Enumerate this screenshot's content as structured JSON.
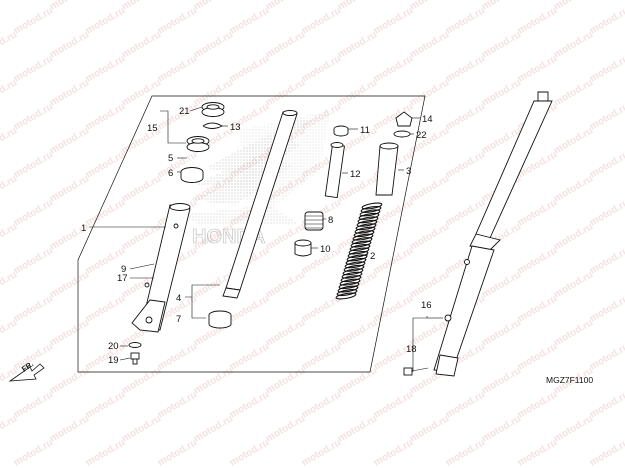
{
  "watermark": "motod.ru",
  "logo_text": "HONDA",
  "diagram_code": "MGZ7F1100",
  "direction_label": "FR.",
  "callouts": [
    {
      "id": "c21",
      "text": "21"
    },
    {
      "id": "c15",
      "text": "15"
    },
    {
      "id": "c13",
      "text": "13"
    },
    {
      "id": "c5",
      "text": "5"
    },
    {
      "id": "c6",
      "text": "6"
    },
    {
      "id": "c11",
      "text": "11"
    },
    {
      "id": "c22",
      "text": "22"
    },
    {
      "id": "c14",
      "text": "14"
    },
    {
      "id": "c3",
      "text": "3"
    },
    {
      "id": "c12",
      "text": "12"
    },
    {
      "id": "c8",
      "text": "8"
    },
    {
      "id": "c10",
      "text": "10"
    },
    {
      "id": "c2",
      "text": "2"
    },
    {
      "id": "c1",
      "text": "1"
    },
    {
      "id": "c9",
      "text": "9"
    },
    {
      "id": "c17",
      "text": "17"
    },
    {
      "id": "c4",
      "text": "4"
    },
    {
      "id": "c7",
      "text": "7"
    },
    {
      "id": "c20",
      "text": "20"
    },
    {
      "id": "c19",
      "text": "19"
    },
    {
      "id": "c16",
      "text": "16"
    },
    {
      "id": "c18",
      "text": "18"
    }
  ]
}
